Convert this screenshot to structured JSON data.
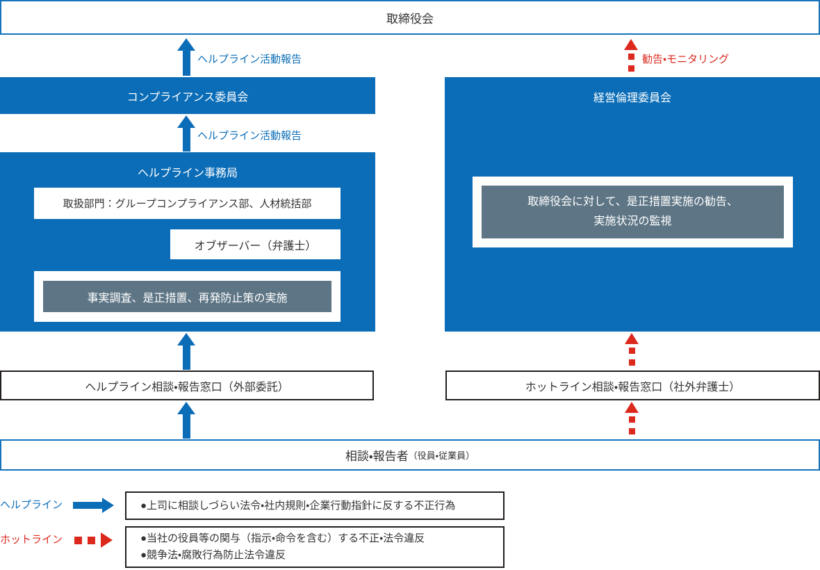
{
  "colors": {
    "blue": "#0b6db7",
    "blue_border": "#1473ba",
    "red": "#dc291d",
    "slate_gray": "#5d7585",
    "dark_border": "#231e1e",
    "text_dark": "#333333"
  },
  "board": {
    "title": "取締役会"
  },
  "left_flow": {
    "report_label_1": "ヘルプライン活動報告",
    "compliance_committee": "コンプライアンス委員会",
    "report_label_2": "ヘルプライン活動報告",
    "office": {
      "title": "ヘルプライン事務局",
      "department": "取扱部門：グループコンプライアンス部、人材統括部",
      "observer": "オブザーバー（弁護士）",
      "actions": "事実調査、是正措置、再発防止策の実施"
    },
    "window": "ヘルプライン相談・報告窓口（外部委託）"
  },
  "right_flow": {
    "monitor_label": "勧告・モニタリング",
    "ethics_committee": "経営倫理委員会",
    "recommendation_line1": "取締役会に対して、是正措置実施の勧告、",
    "recommendation_line2": "実施状況の監視",
    "window": "ホットライン相談・報告窓口（社外弁護士）"
  },
  "reporter": {
    "main": "相談・報告者",
    "sub": "（役員・従業員）"
  },
  "legend": [
    {
      "label": "ヘルプライン",
      "items": [
        "●上司に相談しづらい法令・社内規則・企業行動指針に反する不正行為"
      ]
    },
    {
      "label": "ホットライン",
      "items": [
        "●当社の役員等の関与（指示・命令を含む）する不正・法令違反",
        "●競争法・腐敗行為防止法令違反"
      ]
    }
  ]
}
